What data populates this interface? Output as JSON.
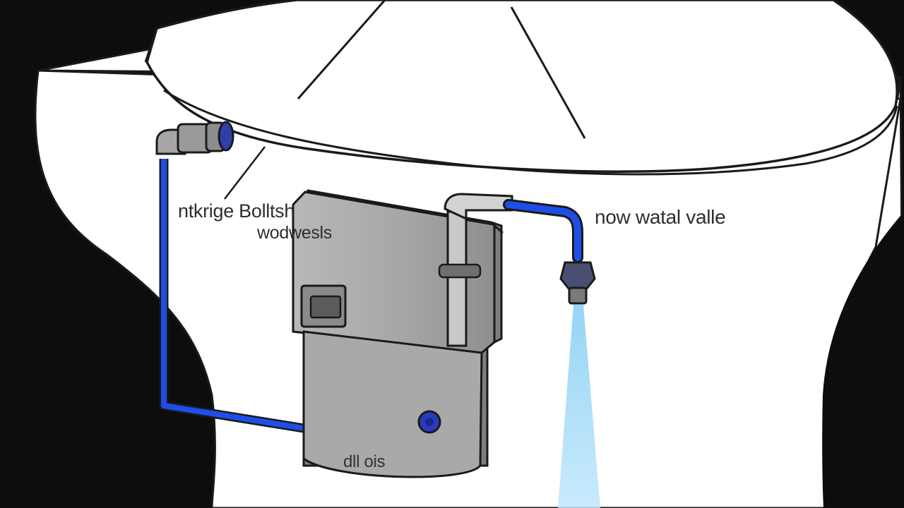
{
  "labels": {
    "supply_label_line1": "ntkrige Bolltsh",
    "supply_label_line2": "wodwesls",
    "valve_label": "now watal valle",
    "tank_label": "dll ois"
  },
  "colors": {
    "background": "#0d0d0d",
    "porcelain": "#ffffff",
    "outline": "#1a1a1a",
    "pipe_blue": "#1f4de8",
    "tank_gray": "#a9a9a9",
    "spray_blue": "#8fd3f4"
  },
  "icons": [
    "shutoff-valve-icon",
    "spray-valve-icon",
    "drain-plug-icon",
    "tank-handle-icon"
  ]
}
